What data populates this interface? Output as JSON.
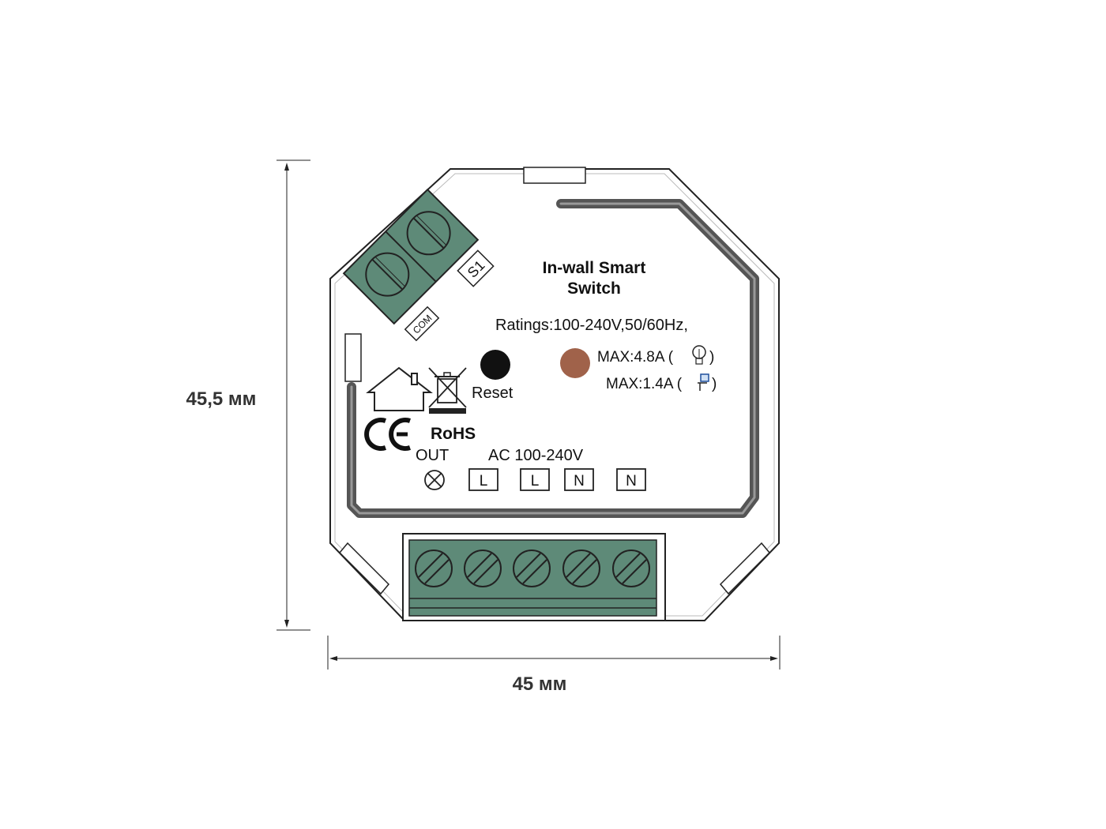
{
  "dimensions": {
    "height_label": "45,5 мм",
    "width_label": "45 мм"
  },
  "device": {
    "title_line1": "In-wall Smart",
    "title_line2": "Switch",
    "ratings": "Ratings:100-240V,50/60Hz,",
    "max_resistive": "MAX:4.8A (",
    "max_resistive_close": ")",
    "max_motor": "MAX:1.4A (",
    "max_motor_close": ")",
    "reset_label": "Reset",
    "rohs_label": "RoHS",
    "ce_label": "CE",
    "out_label": "OUT",
    "ac_label": "AC 100-240V",
    "top_terminals": [
      "S1",
      "COM"
    ],
    "bottom_terminals": [
      "L",
      "L",
      "N",
      "N"
    ],
    "icons": [
      "house-icon",
      "weee-bin-icon",
      "ce-mark-icon",
      "bulb-icon",
      "motor-icon",
      "lamp-output-icon"
    ]
  },
  "colors": {
    "terminal_green": "#5e8a78",
    "led_brown": "#a0624a",
    "reset_button": "#111111",
    "outline": "#222222",
    "channel": "#555555"
  }
}
